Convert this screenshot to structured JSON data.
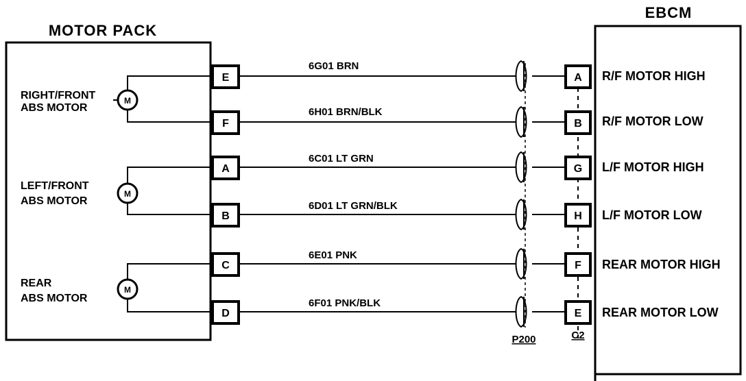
{
  "left_block": {
    "title": "MOTOR PACK"
  },
  "right_block": {
    "title": "EBCM"
  },
  "motors": [
    {
      "line1": "RIGHT/FRONT",
      "line2": "ABS MOTOR",
      "symbol": "M"
    },
    {
      "line1": "LEFT/FRONT",
      "line2": "ABS MOTOR",
      "symbol": "M"
    },
    {
      "line1": "REAR",
      "line2": "ABS MOTOR",
      "symbol": "M"
    }
  ],
  "circuits": [
    {
      "left_pin": "E",
      "wire": "6G01 BRN",
      "right_pin": "A",
      "signal": "R/F MOTOR HIGH"
    },
    {
      "left_pin": "F",
      "wire": "6H01 BRN/BLK",
      "right_pin": "B",
      "signal": "R/F MOTOR LOW"
    },
    {
      "left_pin": "A",
      "wire": "6C01 LT GRN",
      "right_pin": "G",
      "signal": "L/F MOTOR HIGH"
    },
    {
      "left_pin": "B",
      "wire": "6D01 LT GRN/BLK",
      "right_pin": "H",
      "signal": "L/F MOTOR LOW"
    },
    {
      "left_pin": "C",
      "wire": "6E01 PNK",
      "right_pin": "F",
      "signal": "REAR MOTOR HIGH"
    },
    {
      "left_pin": "D",
      "wire": "6F01 PNK/BLK",
      "right_pin": "E",
      "signal": "REAR MOTOR LOW"
    }
  ],
  "connectors": {
    "inline": "P200",
    "ebcm": "C2"
  }
}
